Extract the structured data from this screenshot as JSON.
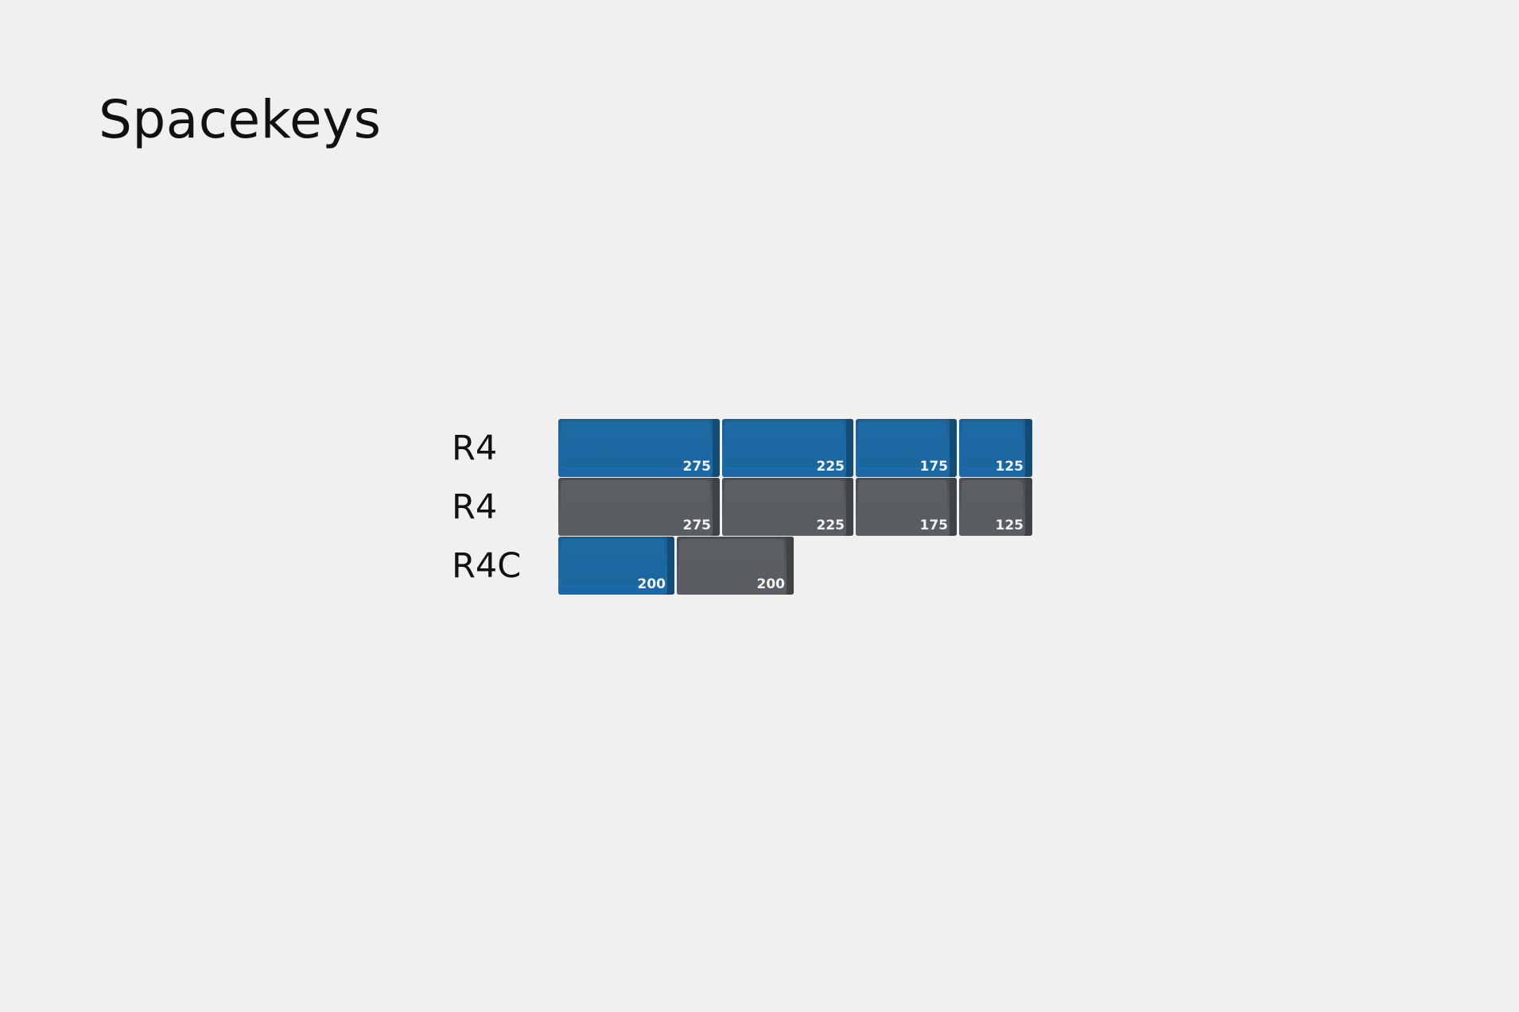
{
  "title": "Spacekeys",
  "rows": [
    {
      "label": "R4",
      "keys": [
        {
          "color": "blue",
          "legend": "275"
        },
        {
          "color": "blue",
          "legend": "225"
        },
        {
          "color": "blue",
          "legend": "175"
        },
        {
          "color": "blue",
          "legend": "125"
        }
      ]
    },
    {
      "label": "R4",
      "keys": [
        {
          "color": "gray",
          "legend": "275"
        },
        {
          "color": "gray",
          "legend": "225"
        },
        {
          "color": "gray",
          "legend": "175"
        },
        {
          "color": "gray",
          "legend": "125"
        }
      ]
    },
    {
      "label": "R4C",
      "keys": [
        {
          "color": "blue",
          "legend": "200"
        },
        {
          "color": "gray",
          "legend": "200"
        }
      ]
    }
  ],
  "colors": {
    "background": "#f0f0f0",
    "blue": "#1c66a0",
    "gray": "#5a5d61",
    "legend": "#f2f2f2"
  }
}
